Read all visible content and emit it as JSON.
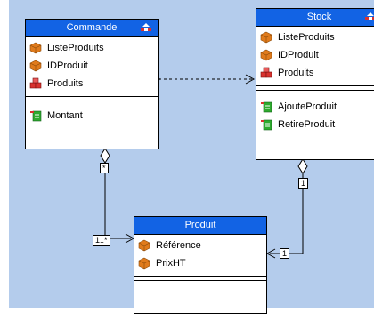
{
  "classes": {
    "commande": {
      "title": "Commande",
      "attributes": [
        "ListeProduits",
        "IDProduit",
        "Produits"
      ],
      "operations": [
        "Montant"
      ]
    },
    "stock": {
      "title": "Stock",
      "attributes": [
        "ListeProduits",
        "IDProduit",
        "Produits"
      ],
      "operations": [
        "AjouteProduit",
        "RetireProduit"
      ]
    },
    "produit": {
      "title": "Produit",
      "attributes": [
        "Référence",
        "PrixHT"
      ],
      "operations": []
    }
  },
  "multiplicities": {
    "commande_side": "*",
    "produit_from_commande": "1..*",
    "stock_side": "1",
    "produit_from_stock": "1"
  },
  "colors": {
    "header": "#1263e4",
    "background": "#b4ccec",
    "attribute_icon": "#e07b1c",
    "operation_icon": "#2eaa2e",
    "association_icon": "#d8322f"
  }
}
